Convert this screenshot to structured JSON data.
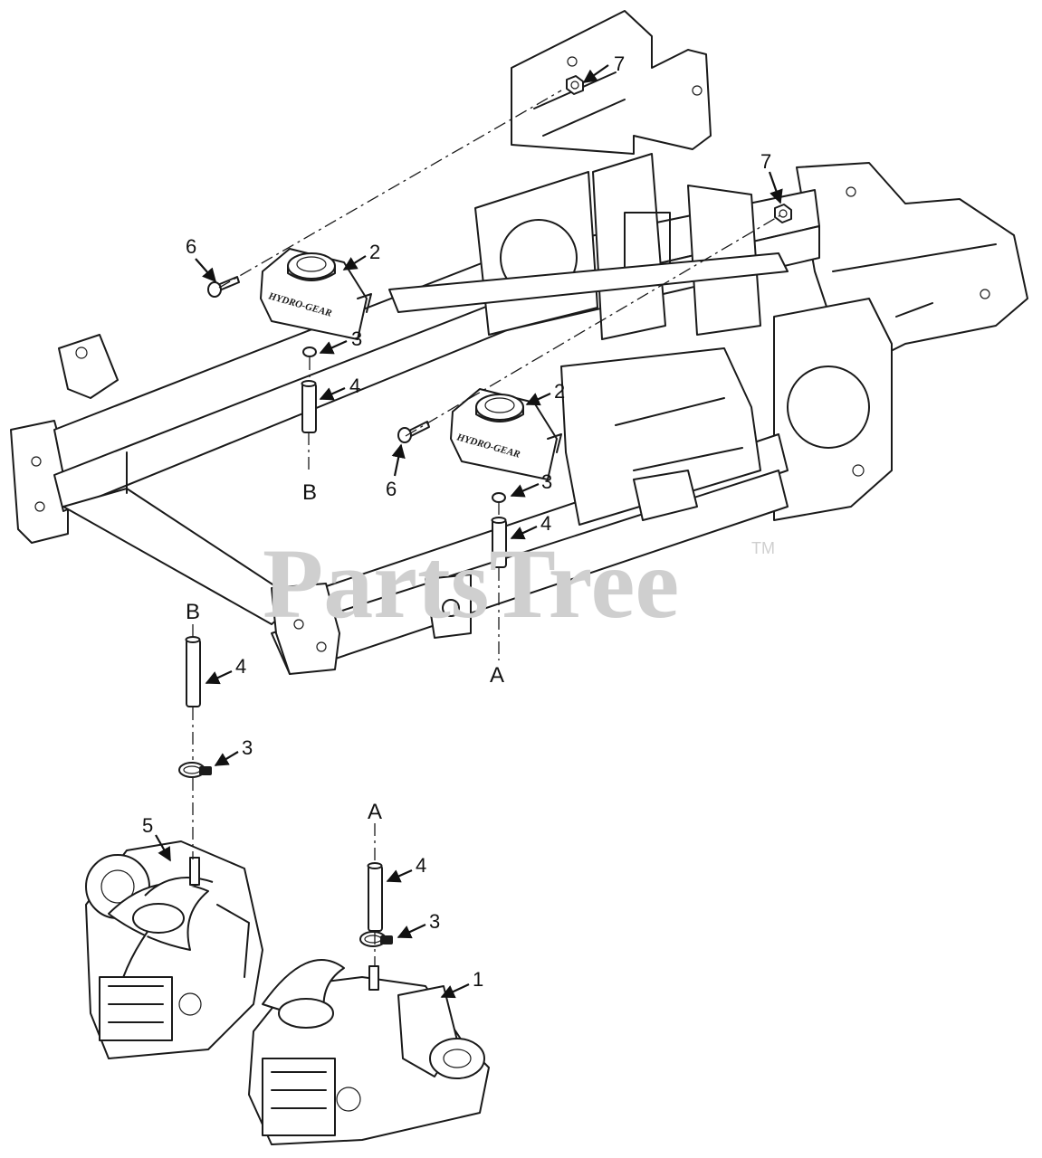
{
  "watermark": {
    "text": "PartsTree",
    "tm": "TM"
  },
  "reservoir_brand": "HYDRO-GEAR",
  "callouts": [
    {
      "id": "c7a",
      "label": "7"
    },
    {
      "id": "c7b",
      "label": "7"
    },
    {
      "id": "c6a",
      "label": "6"
    },
    {
      "id": "c2a",
      "label": "2"
    },
    {
      "id": "c3a",
      "label": "3"
    },
    {
      "id": "c4a",
      "label": "4"
    },
    {
      "id": "c2b",
      "label": "2"
    },
    {
      "id": "c6b",
      "label": "6"
    },
    {
      "id": "c3b",
      "label": "3"
    },
    {
      "id": "c4b",
      "label": "4"
    },
    {
      "id": "c4c",
      "label": "4"
    },
    {
      "id": "c3c",
      "label": "3"
    },
    {
      "id": "c5",
      "label": "5"
    },
    {
      "id": "c4d",
      "label": "4"
    },
    {
      "id": "c3d",
      "label": "3"
    },
    {
      "id": "c1",
      "label": "1"
    }
  ],
  "connectors": [
    {
      "id": "B_top",
      "label": "B"
    },
    {
      "id": "A_top",
      "label": "A"
    },
    {
      "id": "B_bottom",
      "label": "B"
    },
    {
      "id": "A_bottom",
      "label": "A"
    }
  ]
}
